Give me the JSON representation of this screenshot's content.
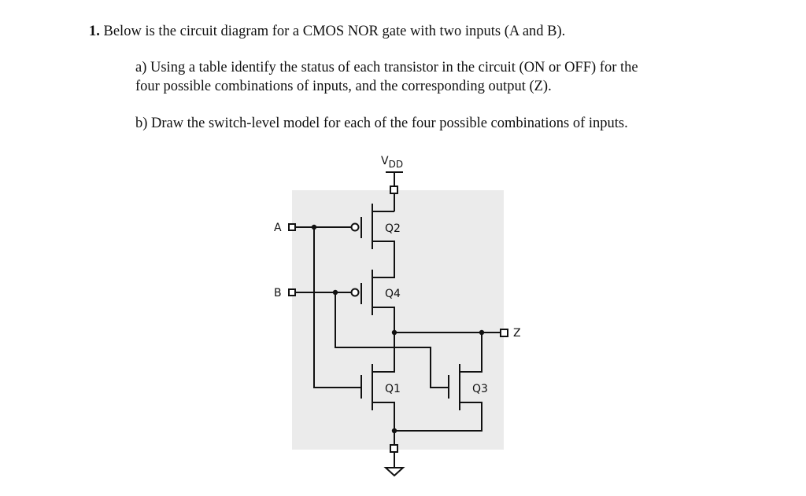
{
  "question": {
    "number": "1.",
    "intro": "Below is the circuit diagram for a CMOS NOR gate with two inputs (A and B).",
    "part_a_line1": "a) Using a  table identify the status of each transistor in the circuit  (ON or OFF) for the",
    "part_a_line2": "four possible combinations of inputs, and the corresponding output (Z).",
    "part_b": "b) Draw the switch-level model for each of the four possible combinations of inputs."
  },
  "circuit": {
    "supply_label": "V",
    "supply_subscript": "DD",
    "input_a": "A",
    "input_b": "B",
    "output": "Z",
    "transistors": [
      "Q2",
      "Q4",
      "Q1",
      "Q3"
    ],
    "background_color": "#ebebeb"
  }
}
